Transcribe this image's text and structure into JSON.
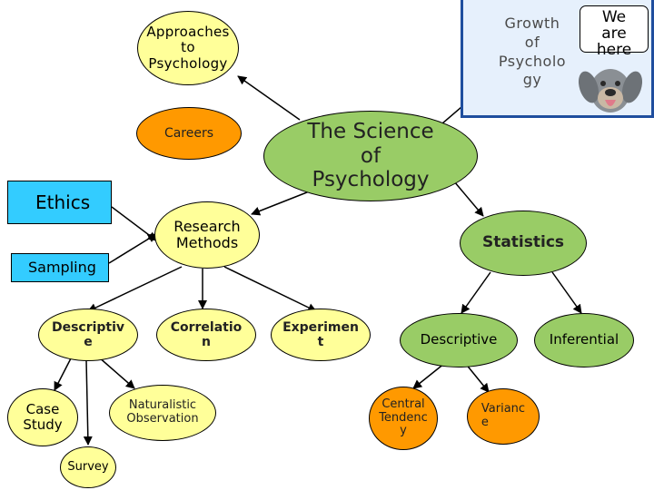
{
  "nodes": {
    "approaches": "Approaches\nto\nPsychology",
    "growth": "Growth\nof\nPsycholo\ngy",
    "callout": "We\nare\nhere",
    "careers": "Careers",
    "science": "The Science\nof\nPsychology",
    "ethics": "Ethics",
    "research": "Research\nMethods",
    "statistics": "Statistics",
    "sampling": "Sampling",
    "descriptive_method": "Descriptiv\ne",
    "correlation": "Correlatio\nn",
    "experiment": "Experimen\nt",
    "descriptive_stats": "Descriptive",
    "inferential": "Inferential",
    "case_study": "Case\nStudy",
    "naturalistic": "Naturalistic\nObservation",
    "central_tendency": "Central\nTendenc\ny",
    "variance": "Varianc\ne",
    "survey": "Survey"
  },
  "colors": {
    "yellow": "#ffff99",
    "orange": "#ff9900",
    "green": "#99cc66",
    "blue": "#33ccff",
    "growth_panel_border": "#1f4e9e",
    "growth_panel_fill": "#e6f0fc"
  },
  "icons": {
    "mascot": "dog-face-icon"
  }
}
